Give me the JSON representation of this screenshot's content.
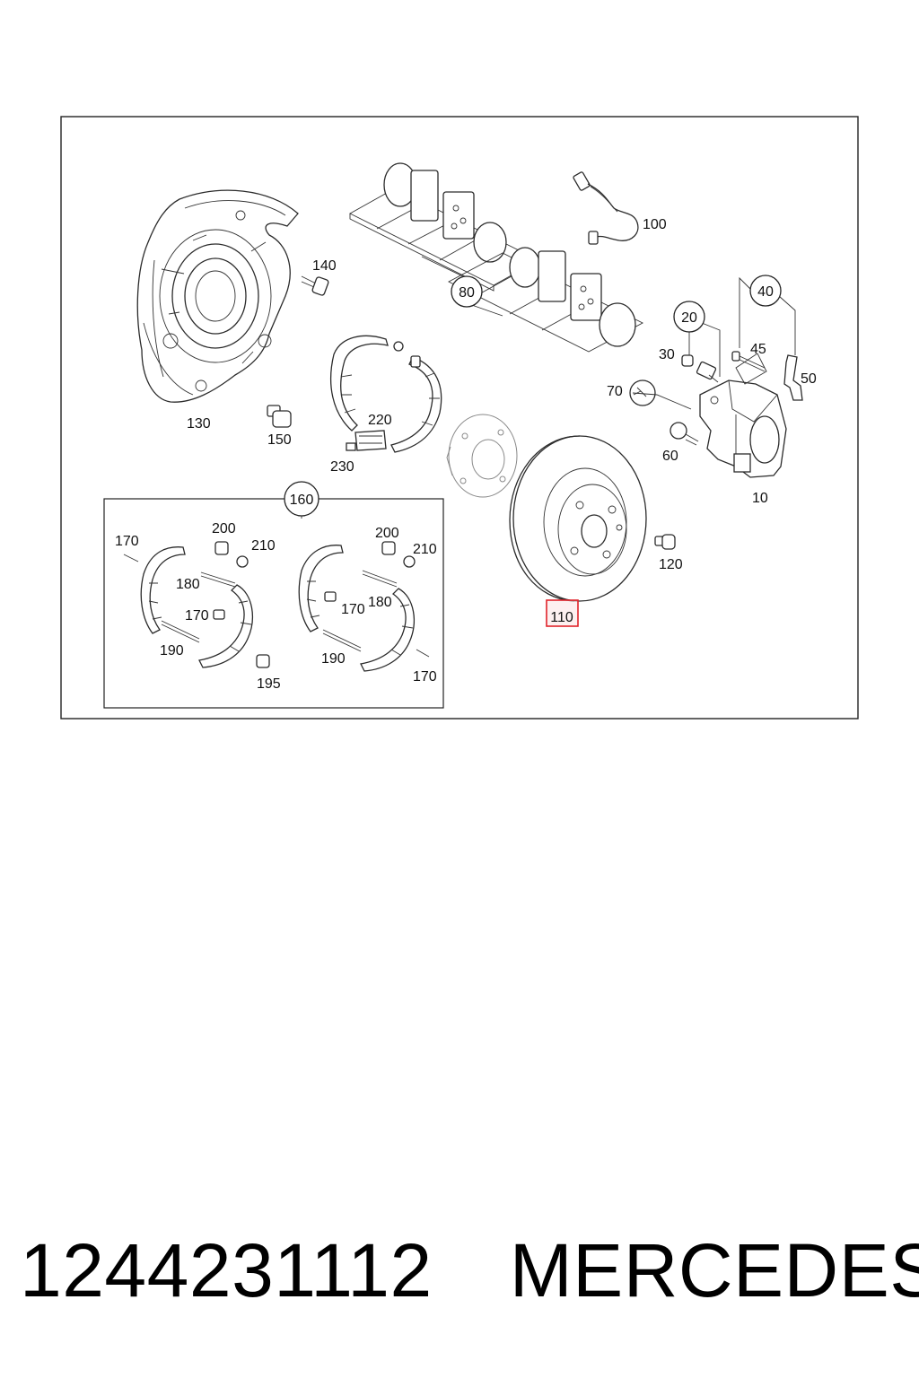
{
  "labels": {
    "l10": "10",
    "l20": "20",
    "l30": "30",
    "l40": "40",
    "l45": "45",
    "l50": "50",
    "l60": "60",
    "l70": "70",
    "l80": "80",
    "l100": "100",
    "l110": "110",
    "l120": "120",
    "l130": "130",
    "l140": "140",
    "l150": "150",
    "l160": "160",
    "l170": "170",
    "l180": "180",
    "l190": "190",
    "l195": "195",
    "l200": "200",
    "l210": "210",
    "l220": "220",
    "l230": "230"
  },
  "highlight_color": "#e0232a",
  "footer": {
    "part_number": "1244231112",
    "brand": "MERCEDES"
  }
}
